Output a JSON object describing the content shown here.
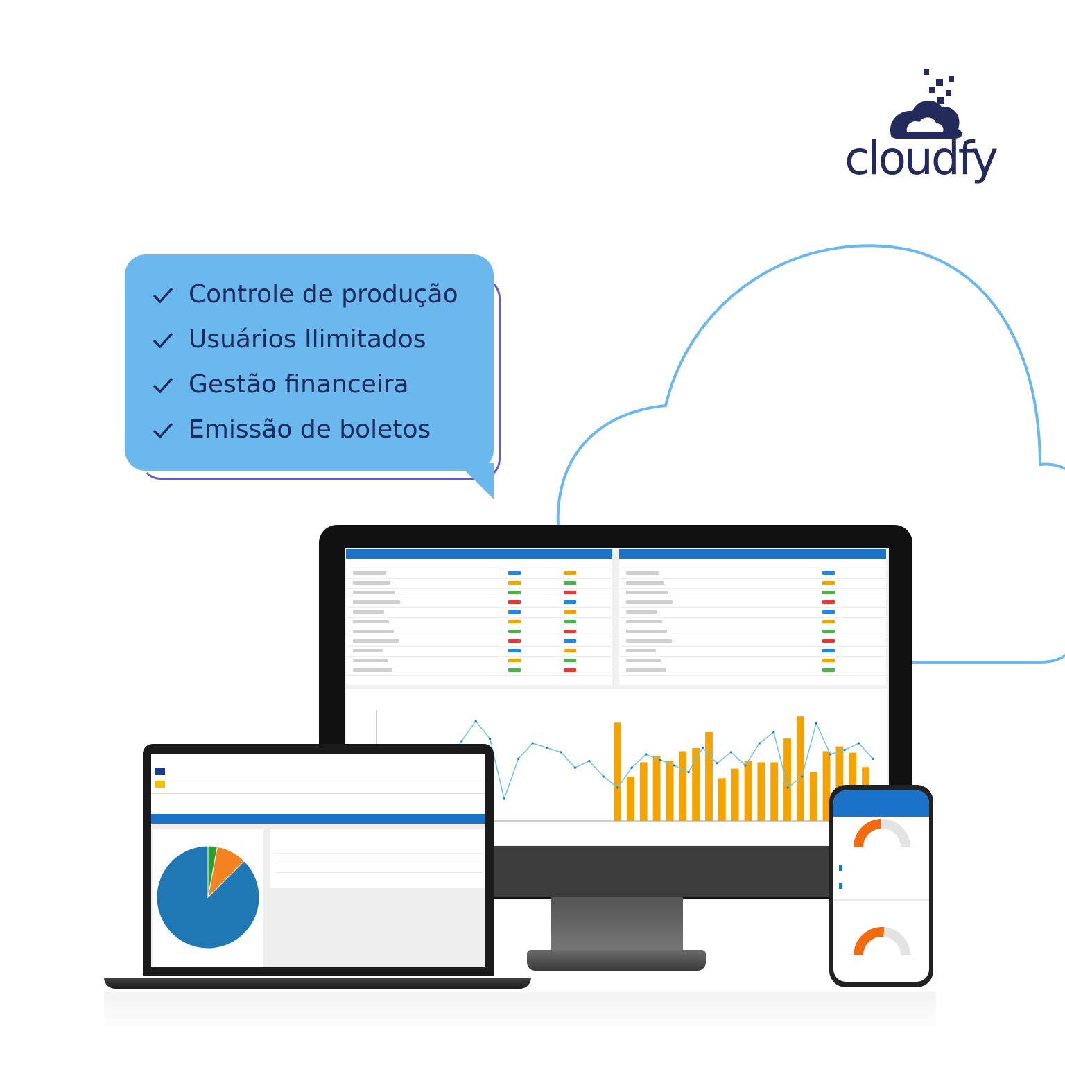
{
  "brand": {
    "name": "cloudfy",
    "colors": {
      "navy": "#232a5c",
      "bubble": "#6ab8ee",
      "cloud_outline": "#6ab8ee",
      "chart_orange": "#f5a300",
      "chart_blue": "#1a73c9"
    }
  },
  "features": [
    {
      "icon": "check-icon",
      "label": "Controle de produção"
    },
    {
      "icon": "check-icon",
      "label": "Usuários Ilimitados"
    },
    {
      "icon": "check-icon",
      "label": "Gestão financeira"
    },
    {
      "icon": "check-icon",
      "label": "Emissão de boletos"
    }
  ],
  "monitor": {
    "bar_values": [
      36,
      0,
      0,
      0,
      0,
      0,
      0,
      0,
      0,
      0,
      0,
      0,
      0,
      0,
      0,
      0,
      0,
      0,
      62,
      28,
      37,
      41,
      38,
      44,
      46,
      56,
      27,
      33,
      38,
      37,
      37,
      52,
      66,
      31,
      44,
      47,
      43,
      34
    ],
    "line_values": [
      58,
      46,
      30,
      46,
      60,
      52,
      72,
      90,
      74,
      20,
      56,
      70,
      66,
      62,
      48,
      54,
      40,
      30,
      48,
      60,
      55,
      50,
      44,
      66,
      52,
      62,
      50,
      70,
      80,
      30,
      40,
      88,
      60,
      64,
      70,
      56
    ]
  },
  "laptop": {
    "pie_values": [
      87.5,
      9.6,
      2.9
    ],
    "pie_colors": [
      "#1f78b4",
      "#f58220",
      "#2ca02c"
    ]
  },
  "phone": {
    "gauge_top_pct": 48.4,
    "gauge_bottom_pct": 52.6
  }
}
